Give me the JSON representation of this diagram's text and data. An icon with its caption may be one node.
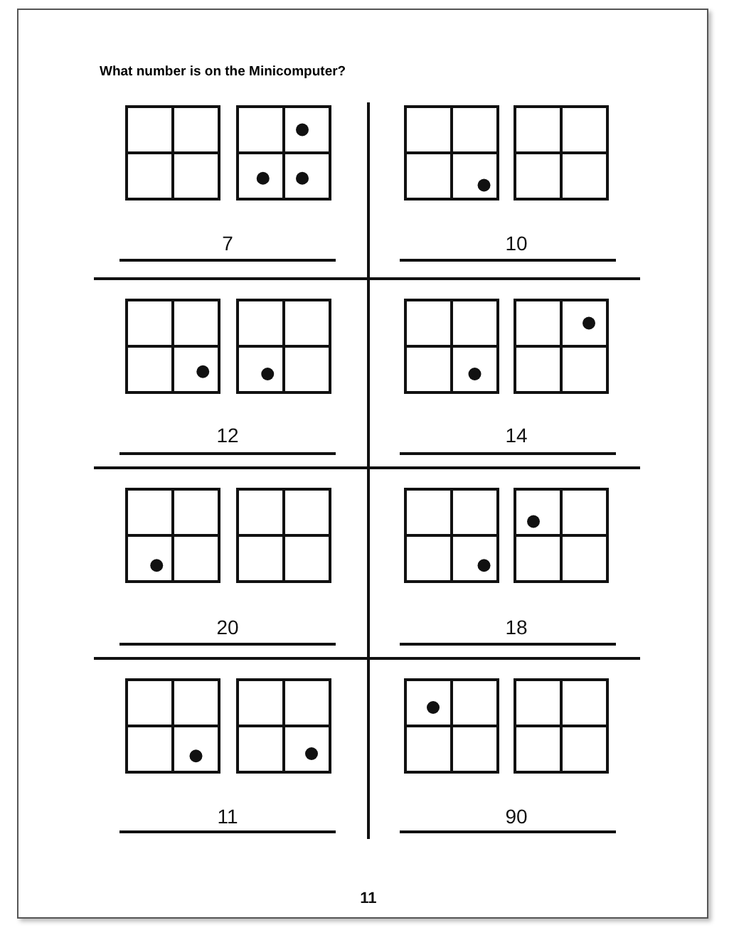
{
  "diagram": {
    "title": "What number is on the Minicomputer?",
    "labels": [
      "7",
      "10",
      "12",
      "14",
      "20",
      "18",
      "11",
      "90",
      "11"
    ]
  }
}
